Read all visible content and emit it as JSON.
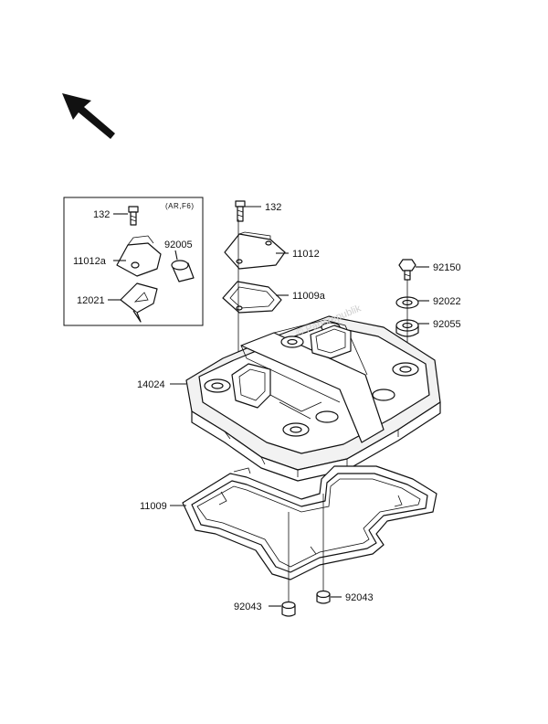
{
  "inset_note": "(AR,F6)",
  "watermark": "© Partsrepublik",
  "callouts": {
    "c132_inset": "132",
    "c11012a": "11012a",
    "c92005": "92005",
    "c12021": "12021",
    "c132_main": "132",
    "c11012": "11012",
    "c11009a": "11009a",
    "c92150": "92150",
    "c92022": "92022",
    "c92055": "92055",
    "c14024": "14024",
    "c11009": "11009",
    "c92043_left": "92043",
    "c92043_right": "92043"
  },
  "icons": {
    "direction": "front-direction-arrow-icon"
  }
}
